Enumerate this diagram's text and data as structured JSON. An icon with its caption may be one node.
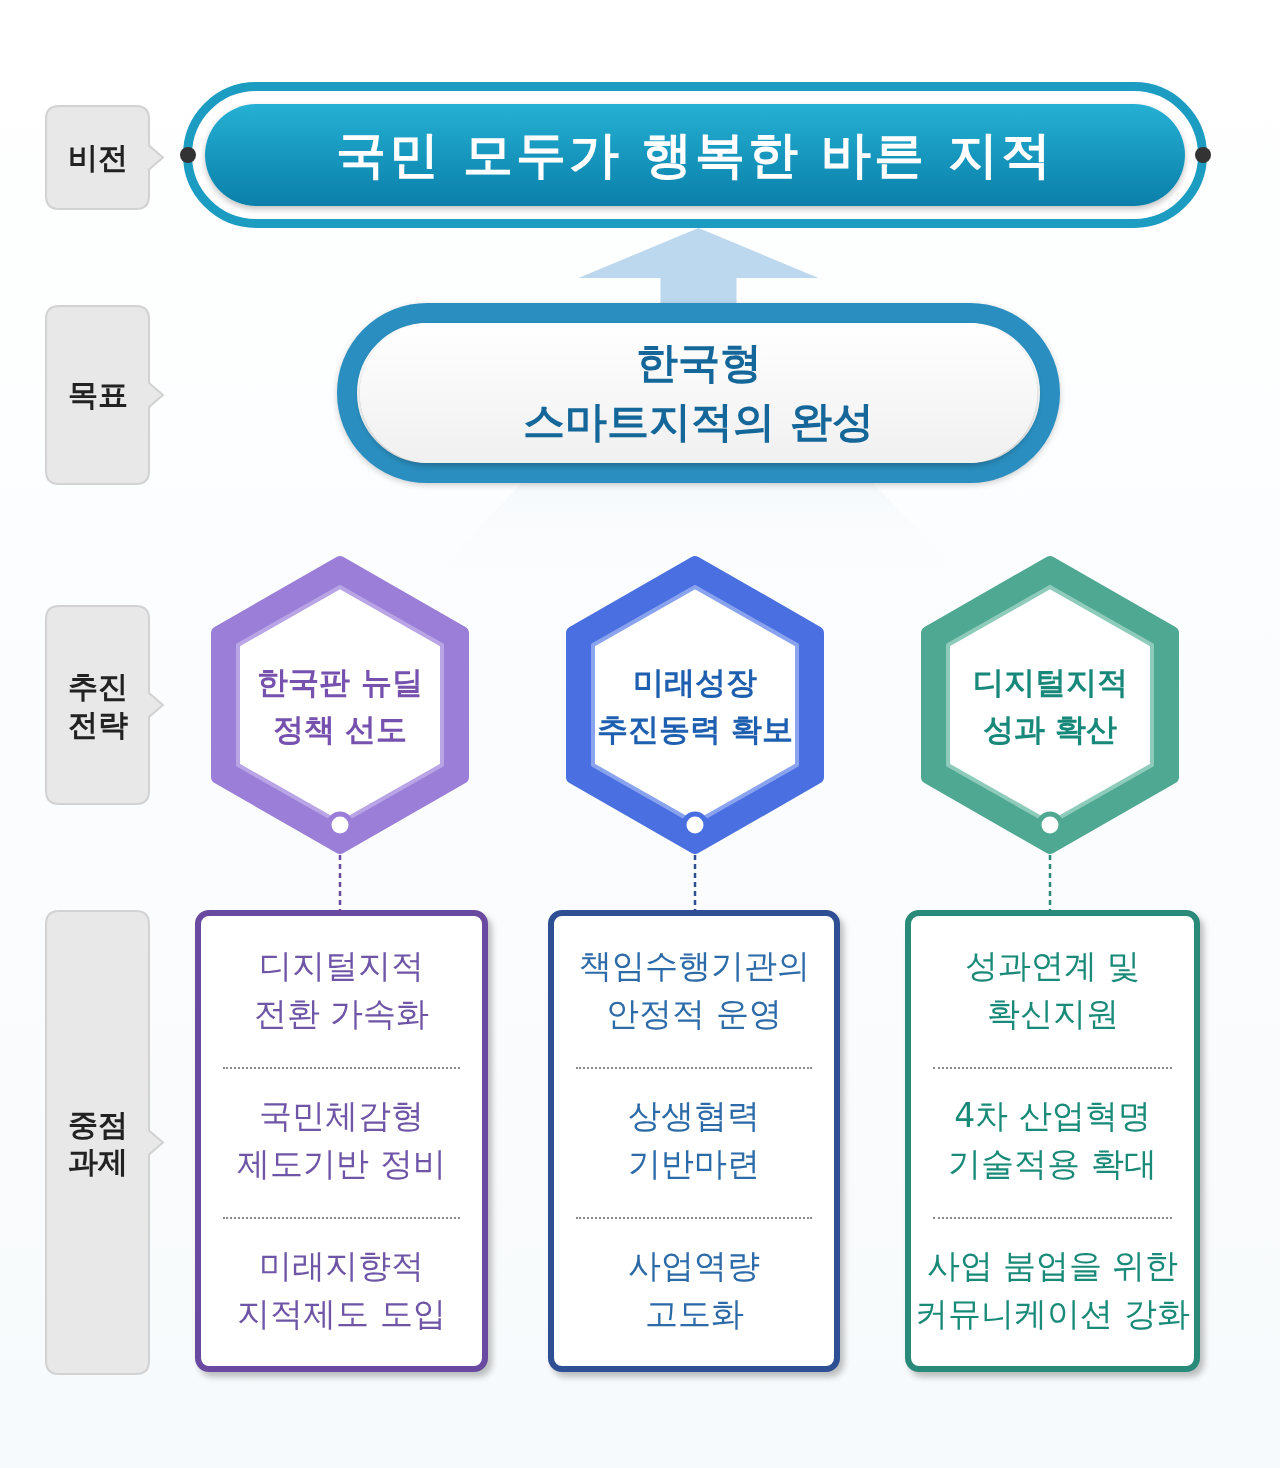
{
  "diagram": {
    "nodes": [
      {
        "text": [
          "비전"
        ]
      },
      {
        "text": [
          "국민 모두가 행복한 바른 지적"
        ]
      },
      {
        "text": [
          "목표"
        ]
      },
      {
        "text": [
          "한국형 스마트지적의 완성"
        ]
      },
      {
        "text": [
          "추진 전략"
        ]
      },
      {
        "text": [
          "한국판 뉴딜 정책 선도"
        ]
      },
      {
        "text": [
          "미래성장 추진동력 확보"
        ]
      },
      {
        "text": [
          "디지털지적 성과 확산"
        ]
      },
      {
        "text": [
          "중점 과제"
        ]
      },
      {
        "text": [
          "디지털지적 전환 가속화",
          "국민체감형 제도기반 정비",
          "미래지향적 지적제도 도입"
        ]
      },
      {
        "text": [
          "책임수행기관의 안정적 운영",
          "상생협력 기반마련",
          "사업역량 고도화"
        ]
      },
      {
        "text": [
          "성과연계 및 확신지원",
          "4차 산업혁명 기술적용 확대",
          "사업 붐업을 위한 커뮤니케이션 강화"
        ]
      }
    ],
    "edges": [
      {
        "from": 3,
        "to": 1,
        "arrow": "to",
        "style": "thick",
        "color": "#bcd8ee"
      },
      {
        "from": 5,
        "to": 9,
        "arrow": "none",
        "style": "dashed",
        "color": "#6a4aa0"
      },
      {
        "from": 6,
        "to": 10,
        "arrow": "none",
        "style": "dashed",
        "color": "#2f4f95"
      },
      {
        "from": 7,
        "to": 11,
        "arrow": "none",
        "style": "dashed",
        "color": "#2a8a7a"
      }
    ]
  }
}
